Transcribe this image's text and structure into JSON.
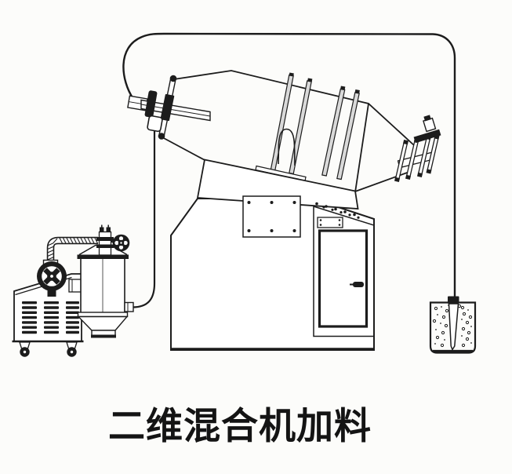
{
  "figure": {
    "caption": "二维混合机加料"
  },
  "colors": {
    "ink": "#1c1c1c",
    "paper": "#fcfcfa",
    "band_fill": "#d9d9d9"
  },
  "components": [
    "overhead-suction-pipe",
    "mixer-drum",
    "drum-left-trunnion",
    "drum-discharge-valve",
    "drum-cradle",
    "machine-base",
    "base-access-door",
    "vacuum-pump-cabinet",
    "blower-wheel",
    "suction-elbow-hose",
    "receiver-hopper",
    "hopper-lid-valve",
    "hopper-handwheel",
    "feed-tube",
    "material-bin",
    "suction-lance"
  ]
}
